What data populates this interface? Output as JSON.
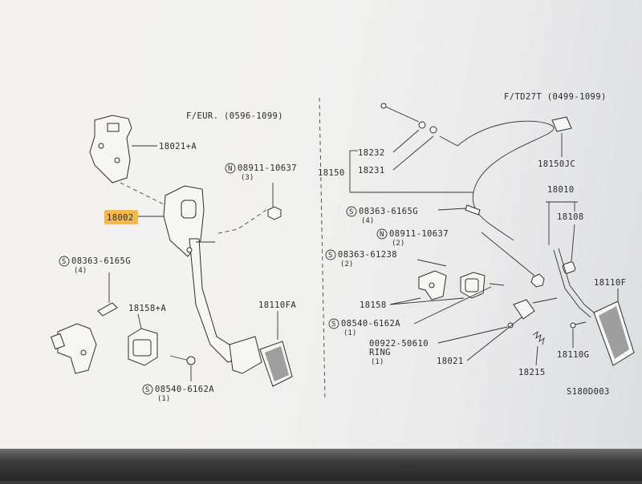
{
  "diagram": {
    "left_title": "F/EUR. (0596-1099)",
    "right_title": "F/TD27T (0499-1099)",
    "drawing_code": "S180D003",
    "highlighted_label": "18002",
    "left_parts": {
      "bracket": "18021+A",
      "nut_number": "08911-10637",
      "nut_qty": "(3)",
      "bolt_number": "08363-6165G",
      "bolt_qty": "(4)",
      "pad": "18158+A",
      "pedal": "18110FA",
      "screw_number": "08540-6162A",
      "screw_qty": "(1)"
    },
    "right_parts": {
      "p18232": "18232",
      "p18150": "18150",
      "p18231": "18231",
      "p18150jc": "18150JC",
      "p18010": "18010",
      "p18108": "18108",
      "bolt_number": "08363-6165G",
      "bolt_qty": "(4)",
      "nut_number": "08911-10637",
      "nut_qty": "(2)",
      "bolt2_number": "08363-61238",
      "bolt2_qty": "(2)",
      "p18158": "18158",
      "screw_number": "08540-6162A",
      "screw_qty": "(1)",
      "ring_number": "00922-50610",
      "ring_label": "RING",
      "ring_qty": "(1)",
      "p18021": "18021",
      "p18215": "18215",
      "p18110f": "18110F",
      "p18110g": "18110G"
    },
    "prefix_s": "S",
    "prefix_n": "N"
  }
}
